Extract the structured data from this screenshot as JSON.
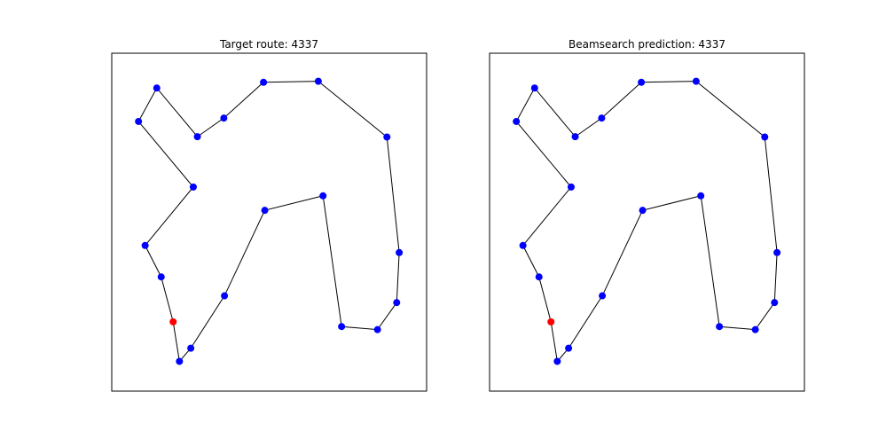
{
  "chart_data": [
    {
      "type": "scatter",
      "title": "Target route: 4337",
      "xlim": [
        0,
        1
      ],
      "ylim": [
        0,
        1
      ],
      "grid": false,
      "route_color": "#000000",
      "point_color": "#0000ff",
      "start_color": "#ff0000",
      "route": [
        [
          0.195,
          0.205
        ],
        [
          0.215,
          0.088
        ],
        [
          0.251,
          0.127
        ],
        [
          0.358,
          0.282
        ],
        [
          0.486,
          0.535
        ],
        [
          0.671,
          0.578
        ],
        [
          0.73,
          0.191
        ],
        [
          0.844,
          0.182
        ],
        [
          0.905,
          0.262
        ],
        [
          0.913,
          0.41
        ],
        [
          0.874,
          0.752
        ],
        [
          0.656,
          0.917
        ],
        [
          0.482,
          0.914
        ],
        [
          0.356,
          0.808
        ],
        [
          0.272,
          0.753
        ],
        [
          0.143,
          0.897
        ],
        [
          0.085,
          0.798
        ],
        [
          0.259,
          0.604
        ],
        [
          0.106,
          0.431
        ],
        [
          0.157,
          0.338
        ]
      ],
      "start_index": 0
    },
    {
      "type": "scatter",
      "title": "Beamsearch prediction: 4337",
      "xlim": [
        0,
        1
      ],
      "ylim": [
        0,
        1
      ],
      "grid": false,
      "route_color": "#000000",
      "point_color": "#0000ff",
      "start_color": "#ff0000",
      "route": [
        [
          0.195,
          0.205
        ],
        [
          0.215,
          0.088
        ],
        [
          0.251,
          0.127
        ],
        [
          0.358,
          0.282
        ],
        [
          0.486,
          0.535
        ],
        [
          0.671,
          0.578
        ],
        [
          0.73,
          0.191
        ],
        [
          0.844,
          0.182
        ],
        [
          0.905,
          0.262
        ],
        [
          0.913,
          0.41
        ],
        [
          0.874,
          0.752
        ],
        [
          0.656,
          0.917
        ],
        [
          0.482,
          0.914
        ],
        [
          0.356,
          0.808
        ],
        [
          0.272,
          0.753
        ],
        [
          0.143,
          0.897
        ],
        [
          0.085,
          0.798
        ],
        [
          0.259,
          0.604
        ],
        [
          0.106,
          0.431
        ],
        [
          0.157,
          0.338
        ]
      ],
      "start_index": 0
    }
  ]
}
